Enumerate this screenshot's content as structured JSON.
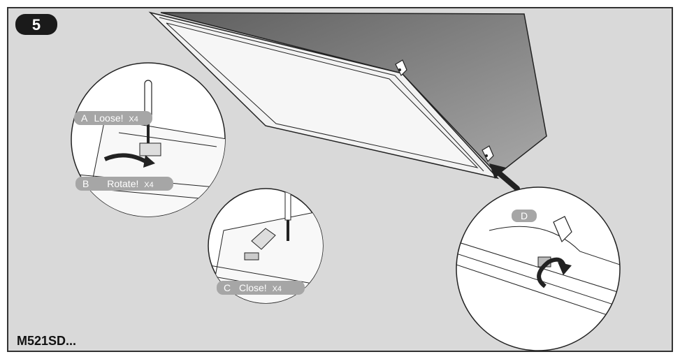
{
  "step": {
    "number": "5"
  },
  "labels": {
    "a": {
      "letter": "A",
      "text": "Loose!",
      "count": "X4"
    },
    "b": {
      "letter": "B",
      "text": "Rotate!",
      "count": "X4"
    },
    "c": {
      "letter": "C",
      "text": "Close!",
      "count": "X4"
    },
    "d": {
      "letter": "D"
    }
  },
  "model": "M521SD...",
  "colors": {
    "background": "#d9d9d9",
    "label_pill": "#a6a6a6",
    "badge": "#1a1a1a",
    "panel_dark": "#7a7a7a",
    "panel_light": "#f2f2f2"
  }
}
